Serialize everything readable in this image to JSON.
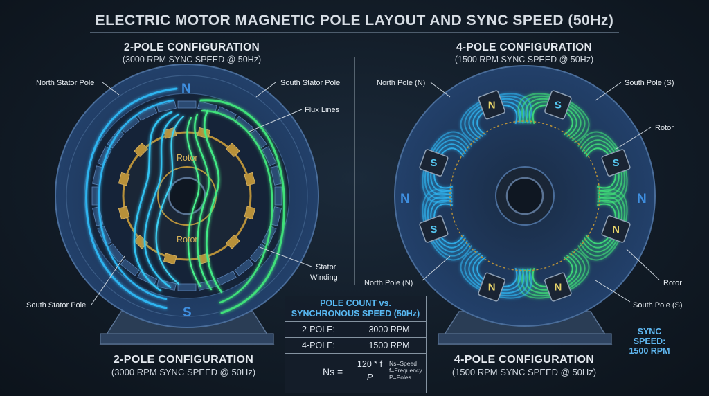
{
  "title": "ELECTRIC MOTOR MAGNETIC POLE LAYOUT AND SYNC SPEED (50Hz)",
  "left": {
    "heading": "2-POLE CONFIGURATION",
    "subheading": "(3000 RPM SYNC SPEED @ 50Hz)",
    "footer_heading": "2-POLE CONFIGURATION",
    "footer_subheading": "(3000 RPM SYNC SPEED @ 50Hz)",
    "labels": {
      "north_stator": "North Stator Pole",
      "south_stator_top": "South Stator Pole",
      "flux": "Flux Lines",
      "south_stator_bottom": "South Stator Pole",
      "stator_winding_1": "Stator",
      "stator_winding_2": "Winding",
      "rotor_top": "Rotor",
      "rotor_bottom": "Rotor",
      "pole_n": "N",
      "pole_s": "S"
    }
  },
  "right": {
    "heading": "4-POLE CONFIGURATION",
    "subheading": "(1500 RPM SYNC SPEED @ 50Hz)",
    "footer_heading": "4-POLE CONFIGURATION",
    "footer_subheading": "(1500 RPM SYNC SPEED @ 50Hz)",
    "labels": {
      "north_top": "North Pole (N)",
      "south_top": "South Pole (S)",
      "rotor_top": "Rotor",
      "north_bottom": "North Pole (N)",
      "rotor_bottom": "Rotor",
      "south_bottom": "South Pole (S)",
      "side_left": "N",
      "side_right": "N"
    },
    "magnets": [
      "N",
      "S",
      "S",
      "N",
      "N",
      "N",
      "S",
      "S"
    ]
  },
  "table": {
    "title_line1": "POLE COUNT vs.",
    "title_line2": "SYNCHRONOUS SPEED (50Hz)",
    "rows": [
      {
        "poles": "2-POLE:",
        "speed": "3000 RPM"
      },
      {
        "poles": "4-POLE:",
        "speed": "1500 RPM"
      }
    ],
    "formula_lhs": "Ns =",
    "formula_num": "120 * f",
    "formula_den": "P",
    "legend_1": "Ns=Speed",
    "legend_2": "f=Frequency",
    "legend_3": "P=Poles"
  },
  "sync_badge_1": "SYNC SPEED:",
  "sync_badge_2": "1500 RPM",
  "colors": {
    "blue_flux": "#2fb4f0",
    "green_flux": "#3fe07a",
    "rotor_gold": "#b8913a",
    "stator_blue": "#2b4a72",
    "pole_letter": "#3f8fe0"
  }
}
